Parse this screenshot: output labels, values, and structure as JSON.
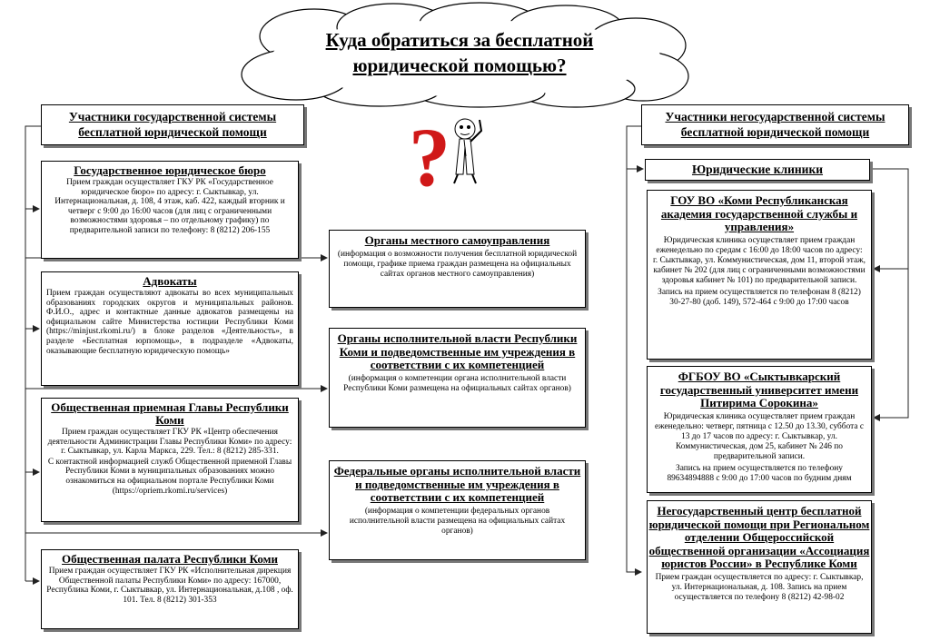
{
  "title": "Куда обратиться за бесплатной юридической помощью?",
  "left_header": "Участники государственной системы бесплатной юридической помощи",
  "right_header": "Участники негосударственной системы бесплатной юридической помощи",
  "clinics_header": "Юридические клиники",
  "left_boxes": [
    {
      "title": "Государственное юридическое бюро",
      "body": "Прием граждан осуществляет ГКУ РК «Государственное юридическое бюро» по адресу: г. Сыктывкар, ул. Интернациональная, д. 108, 4 этаж, каб. 422, каждый вторник и четверг с 9:00 до 16:00 часов (для лиц с ограниченными возможностями здоровья – по отдельному графику) по предварительной записи по телефону: 8 (8212) 206-155"
    },
    {
      "title": "Адвокаты",
      "body": "Прием граждан осуществляют адвокаты во всех муниципальных образованиях городских округов и муниципальных районов. Ф.И.О., адрес и контактные данные адвокатов размещены на официальном сайте Министерства юстиции Республики Коми (https://minjust.rkomi.ru/) в блоке разделов «Деятельность», в разделе «Бесплатная юрпомощь», в подразделе «Адвокаты, оказывающие бесплатную юридическую помощь»"
    },
    {
      "title": "Общественная приемная Главы Республики Коми",
      "body": "Прием граждан осуществляет ГКУ РК «Центр обеспечения деятельности Администрации Главы Республики Коми» по адресу: г. Сыктывкар, ул. Карла Маркса, 229. Тел.: 8 (8212) 285-331.",
      "body2": "С контактной информацией служб Общественной приемной Главы Республики Коми в муниципальных образованиях можно ознакомиться на официальном портале Республики Коми (https://opriem.rkomi.ru/services)"
    },
    {
      "title": "Общественная палата Республики Коми",
      "body": "Прием граждан осуществляет ГКУ РК «Исполнительная дирекция Общественной палаты Республики Коми» по адресу: 167000, Республика Коми, г. Сыктывкар, ул. Интернациональная, д.108 , оф. 101. Тел. 8 (8212) 301-353"
    }
  ],
  "middle_boxes": [
    {
      "title": "Органы местного самоуправления",
      "body": "(информация о возможности получения бесплатной юридической помощи, графике приема граждан размещена на официальных сайтах органов местного самоуправления)"
    },
    {
      "title": "Органы исполнительной власти Республики Коми и подведомственные им учреждения в соответствии с их компетенцией",
      "body": "(информация о компетенции органа исполнительной власти Республики Коми размещена на официальных сайтах органов)"
    },
    {
      "title": "Федеральные органы исполнительной власти и подведомственные им учреждения в соответствии с их компетенцией",
      "body": "(информация о компетенции федеральных органов исполнительной власти размещена на официальных сайтах органов)"
    }
  ],
  "right_boxes": [
    {
      "title": "ГОУ ВО «Коми Республиканская академия государственной службы и управления»",
      "body": "Юридическая клиника осуществляет прием граждан еженедельно по средам с 16:00 до 18:00 часов по адресу: г. Сыктывкар, ул. Коммунистическая, дом 11, второй этаж, кабинет № 202 (для лиц с ограниченными возможностями здоровья кабинет № 101) по предварительной записи.",
      "body2": "Запись на прием осуществляется по телефонам 8 (8212) 30-27-80 (доб. 149), 572-464 с 9:00 до 17:00 часов"
    },
    {
      "title": "ФГБОУ ВО «Сыктывкарский государственный университет имени Питирима Сорокина»",
      "body": "Юридическая клиника осуществляет прием граждан еженедельно: четверг, пятница с 12.50 до 13.30, суббота с 13 до 17 часов по адресу: г. Сыктывкар, ул. Коммунистическая, дом 25, кабинет № 246 по предварительной записи.",
      "body2": "Запись на прием осуществляется по телефону 89634894888 с 9:00 до 17:00 часов по будним дням"
    },
    {
      "title": "Негосударственный центр бесплатной юридической помощи при Региональном отделении Общероссийской общественной организации «Ассоциация юристов России» в Республике Коми",
      "body": "Прием граждан осуществляется по адресу: г. Сыктывкар, ул. Интернациональная, д. 108. Запись на прием осуществляется по телефону 8 (8212) 42-98-02"
    }
  ]
}
